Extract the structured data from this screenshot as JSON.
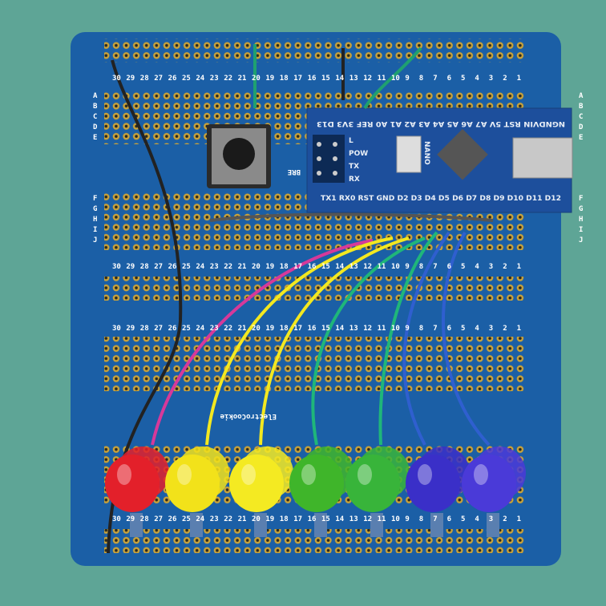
{
  "board": {
    "brand": "ElectroCookie",
    "button_label": "BRE",
    "row_letters": [
      "A",
      "B",
      "C",
      "D",
      "E",
      "F",
      "G",
      "H",
      "I",
      "J"
    ],
    "columns": [
      "30",
      "29",
      "28",
      "27",
      "26",
      "25",
      "24",
      "23",
      "22",
      "21",
      "20",
      "19",
      "18",
      "17",
      "16",
      "15",
      "14",
      "13",
      "12",
      "11",
      "10",
      "9",
      "8",
      "7",
      "6",
      "5",
      "4",
      "3",
      "2",
      "1"
    ],
    "colors": {
      "board": "#1b5fa6",
      "background": "#5ea596",
      "pad": "#c9a23a"
    }
  },
  "arduino": {
    "name": "NANO",
    "top_pins": "NGNDVIN RST 5V A7 A6 A5 A4 A3 A2 A1 A0 REF 3V3 D13",
    "bottom_pins": "TX1 RX0 RST GND D2 D3 D4 D5 D6 D7 D8 D9 D10 D11 D12",
    "led_labels": [
      "L",
      "POW",
      "TX",
      "RX"
    ]
  },
  "leds": [
    {
      "color": "#e3202a"
    },
    {
      "color": "#f2e21a"
    },
    {
      "color": "#f4ea22"
    },
    {
      "color": "#3fb52a"
    },
    {
      "color": "#38b43a"
    },
    {
      "color": "#3a2fc8"
    },
    {
      "color": "#4a3ad8"
    }
  ]
}
